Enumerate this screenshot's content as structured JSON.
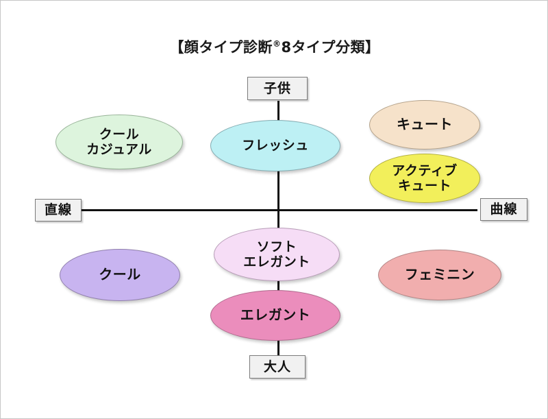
{
  "chart_data": {
    "type": "scatter",
    "title": "【顔タイプ診断®8タイプ分類】",
    "title_main_prefix": "【顔タイプ診断",
    "title_registered_mark": "®",
    "title_main_suffix": "8タイプ分類】",
    "xlabel": "直線 ↔ 曲線",
    "ylabel": "子供 ↔ 大人",
    "grid": false,
    "legend": "none",
    "axes": {
      "vertical": {
        "top_label": "子供",
        "bottom_label": "大人"
      },
      "horizontal": {
        "left_label": "直線",
        "right_label": "曲線"
      }
    },
    "categories": [
      "クール\nカジュアル",
      "フレッシュ",
      "キュート",
      "アクティブ\nキュート",
      "クール",
      "ソフト\nエレガント",
      "エレガント",
      "フェミニン"
    ],
    "points": [
      {
        "label": "クール\nカジュアル",
        "quadrant": "upper-left",
        "x": -2.0,
        "y": 1.4,
        "color": "#ddf4dd"
      },
      {
        "label": "フレッシュ",
        "quadrant": "upper-center",
        "x": 0.0,
        "y": 1.3,
        "color": "#bdf0f4"
      },
      {
        "label": "キュート",
        "quadrant": "upper-right",
        "x": 2.1,
        "y": 1.7,
        "color": "#f6e2ca"
      },
      {
        "label": "アクティブ\nキュート",
        "quadrant": "upper-right",
        "x": 2.1,
        "y": 0.6,
        "color": "#f2ef5b"
      },
      {
        "label": "クール",
        "quadrant": "lower-left",
        "x": -2.0,
        "y": -1.0,
        "color": "#c8b4f0"
      },
      {
        "label": "ソフト\nエレガント",
        "quadrant": "lower-center",
        "x": 0.0,
        "y": -0.6,
        "color": "#f6ddf6"
      },
      {
        "label": "エレガント",
        "quadrant": "lower-center",
        "x": 0.0,
        "y": -1.7,
        "color": "#eb8dbc"
      },
      {
        "label": "フェミニン",
        "quadrant": "lower-right",
        "x": 2.0,
        "y": -1.0,
        "color": "#f1aeae"
      }
    ]
  },
  "title": {
    "prefix": "【顔タイプ診断",
    "mark": "®",
    "suffix": "8タイプ分類】"
  },
  "axis_labels": {
    "top": "子供",
    "bottom": "大人",
    "left": "直線",
    "right": "曲線"
  },
  "nodes": {
    "cool_casual": "クール\nカジュアル",
    "fresh": "フレッシュ",
    "cute": "キュート",
    "active_cute": "アクティブ\nキュート",
    "cool": "クール",
    "soft_elegant": "ソフト\nエレガント",
    "elegant": "エレガント",
    "feminine": "フェミニン"
  },
  "colors": {
    "cool_casual": "#ddf4dd",
    "fresh": "#bdf0f4",
    "cute": "#f6e2ca",
    "active_cute": "#f2ef5b",
    "cool": "#c8b4f0",
    "soft_elegant": "#f6ddf6",
    "elegant": "#eb8dbc",
    "feminine": "#f1aeae",
    "axis": "#111111",
    "label_box": "#f1f1f1",
    "background": "#ffffff"
  }
}
